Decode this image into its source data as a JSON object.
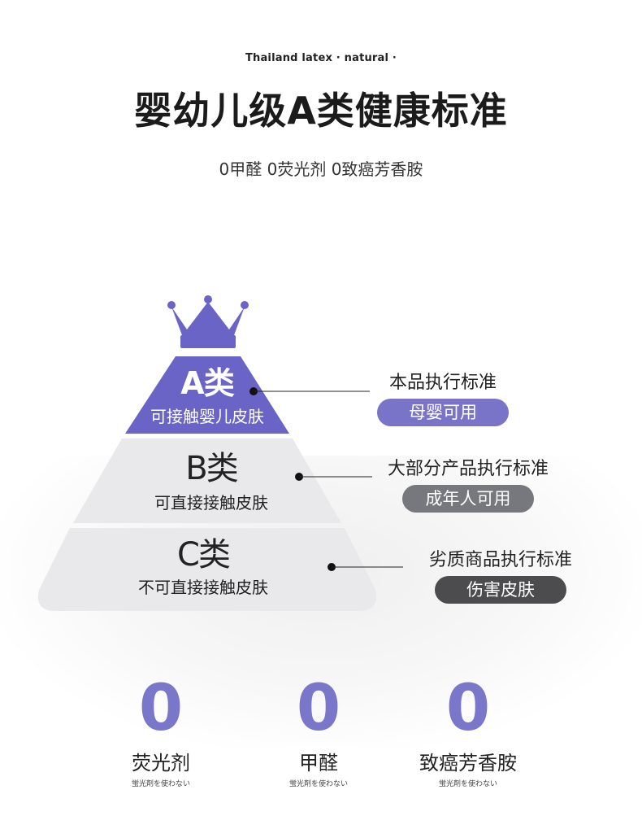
{
  "header": {
    "tagline": "Thailand latex  · natural ·",
    "title": "婴幼儿级A类健康标准",
    "subtitle": "0甲醛 0荧光剂 0致癌芳香胺"
  },
  "colors": {
    "accent": "#6a64c6",
    "tier_gray": "#e9e9eb",
    "pill_a": "#7a74c8",
    "pill_b": "#77787e",
    "pill_c": "#4c4c4f"
  },
  "tiers": [
    {
      "grade": "A类",
      "desc": "可接触婴儿皮肤",
      "standard": "本品执行标准",
      "usage": "母婴可用"
    },
    {
      "grade": "B类",
      "desc": "可直接接触皮肤",
      "standard": "大部分产品执行标准",
      "usage": "成年人可用"
    },
    {
      "grade": "C类",
      "desc": "不可直接接触皮肤",
      "standard": "劣质商品执行标准",
      "usage": "伤害皮肤"
    }
  ],
  "zeros": [
    {
      "value": "0",
      "label": "荧光剂",
      "note": "蛍光剤を使わない"
    },
    {
      "value": "0",
      "label": "甲醛",
      "note": "蛍光剤を使わない"
    },
    {
      "value": "0",
      "label": "致癌芳香胺",
      "note": "蛍光剤を使わない"
    }
  ]
}
